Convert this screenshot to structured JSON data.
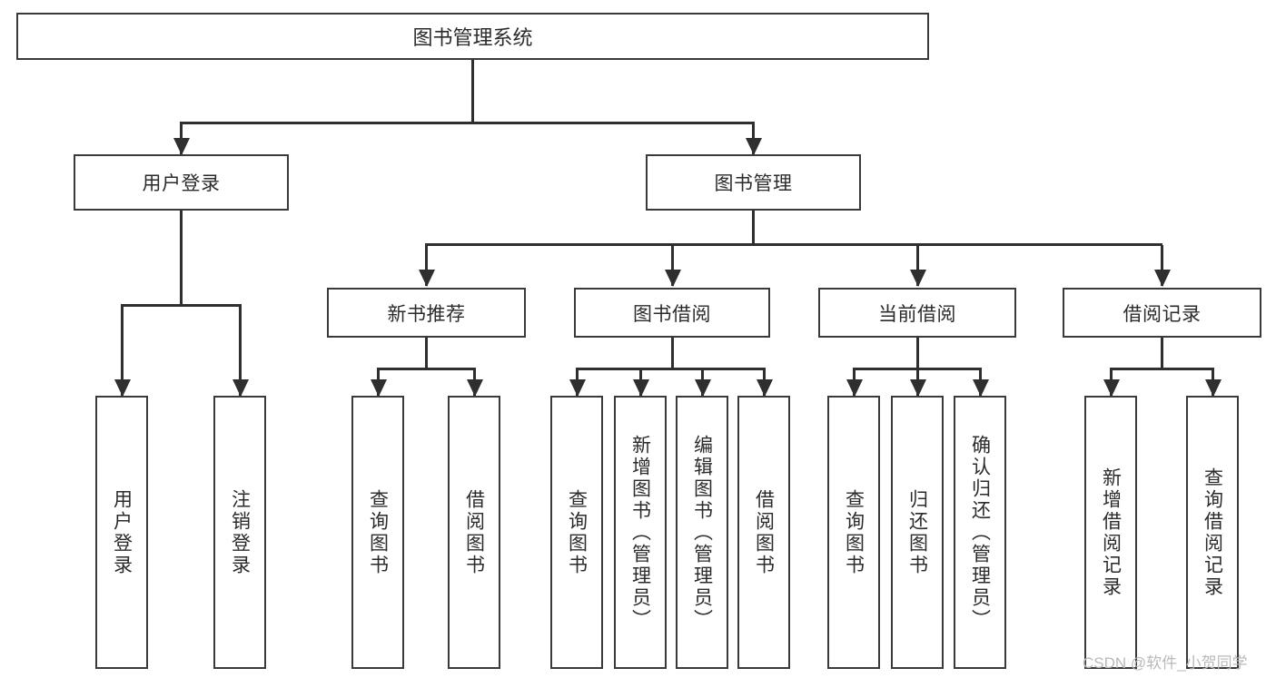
{
  "diagram": {
    "type": "tree-hierarchy-diagram",
    "title": "图书管理系统",
    "colors": {
      "box_border": "#3a3a3a",
      "connector": "#2f2f2f",
      "text": "#2b2b2b",
      "background": "#ffffff",
      "watermark": "#b9b9b9"
    },
    "root": {
      "label": "图书管理系统"
    },
    "level2": [
      {
        "id": "user-login",
        "label": "用户登录"
      },
      {
        "id": "book-management",
        "label": "图书管理"
      }
    ],
    "level3": [
      {
        "id": "new-book-recommend",
        "label": "新书推荐"
      },
      {
        "id": "book-borrow",
        "label": "图书借阅"
      },
      {
        "id": "current-borrow",
        "label": "当前借阅"
      },
      {
        "id": "borrow-record",
        "label": "借阅记录"
      }
    ],
    "leaves": {
      "user_login": [
        {
          "id": "leaf-user-login",
          "label": "用户登录"
        },
        {
          "id": "leaf-logout-login",
          "label": "注销登录"
        }
      ],
      "new_book_recommend": [
        {
          "id": "leaf-query-book-1",
          "label": "查询图书"
        },
        {
          "id": "leaf-borrow-book-1",
          "label": "借阅图书"
        }
      ],
      "book_borrow": [
        {
          "id": "leaf-query-book-2",
          "label": "查询图书"
        },
        {
          "id": "leaf-add-book",
          "label": "新增图书（管理员）"
        },
        {
          "id": "leaf-edit-book",
          "label": "编辑图书（管理员）"
        },
        {
          "id": "leaf-borrow-book-2",
          "label": "借阅图书"
        }
      ],
      "current_borrow": [
        {
          "id": "leaf-query-book-3",
          "label": "查询图书"
        },
        {
          "id": "leaf-return-book",
          "label": "归还图书"
        },
        {
          "id": "leaf-confirm-return",
          "label": "确认归还（管理员）"
        }
      ],
      "borrow_record": [
        {
          "id": "leaf-add-record",
          "label": "新增借阅记录"
        },
        {
          "id": "leaf-query-record",
          "label": "查询借阅记录"
        }
      ]
    }
  },
  "watermark": {
    "text": "CSDN @软件_小贺同学"
  }
}
